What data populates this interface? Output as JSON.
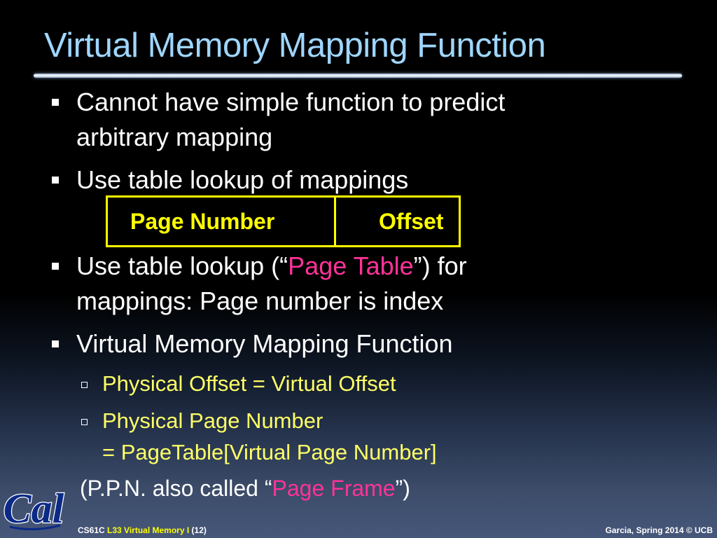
{
  "title": "Virtual Memory Mapping Function",
  "bullets": [
    {
      "lines": [
        "Cannot have simple function to predict",
        "arbitrary mapping"
      ]
    },
    {
      "lines": [
        "Use table lookup of mappings"
      ]
    },
    {
      "line1_before": "Use table lookup (“",
      "line1_highlight": "Page Table",
      "line1_after": "”) for",
      "line2": "mappings: Page number is index"
    },
    {
      "lines": [
        "Virtual Memory Mapping Function"
      ],
      "subitems": [
        {
          "lines": [
            "Physical Offset = Virtual Offset"
          ]
        },
        {
          "lines": [
            "Physical Page Number",
            "= PageTable[Virtual Page Number]"
          ]
        }
      ]
    }
  ],
  "address_fields": {
    "page_number": "Page Number",
    "offset": "Offset"
  },
  "note": {
    "before": "(P.P.N. also called “",
    "highlight": "Page Frame",
    "after": "”)"
  },
  "footer": {
    "course": "CS61C ",
    "lecture": "L33 Virtual Memory I",
    "slide_number": " (12)",
    "credit": "Garcia, Spring 2014 © UCB"
  },
  "logo": {
    "text": "Cal",
    "icon": "cal-logo-icon"
  },
  "colors": {
    "title": "#9fd6ff",
    "highlight_pink": "#ff3399",
    "subitem_yellow": "#ffff66",
    "box_yellow": "#ffff00",
    "logo_blue": "#0b2a87"
  }
}
